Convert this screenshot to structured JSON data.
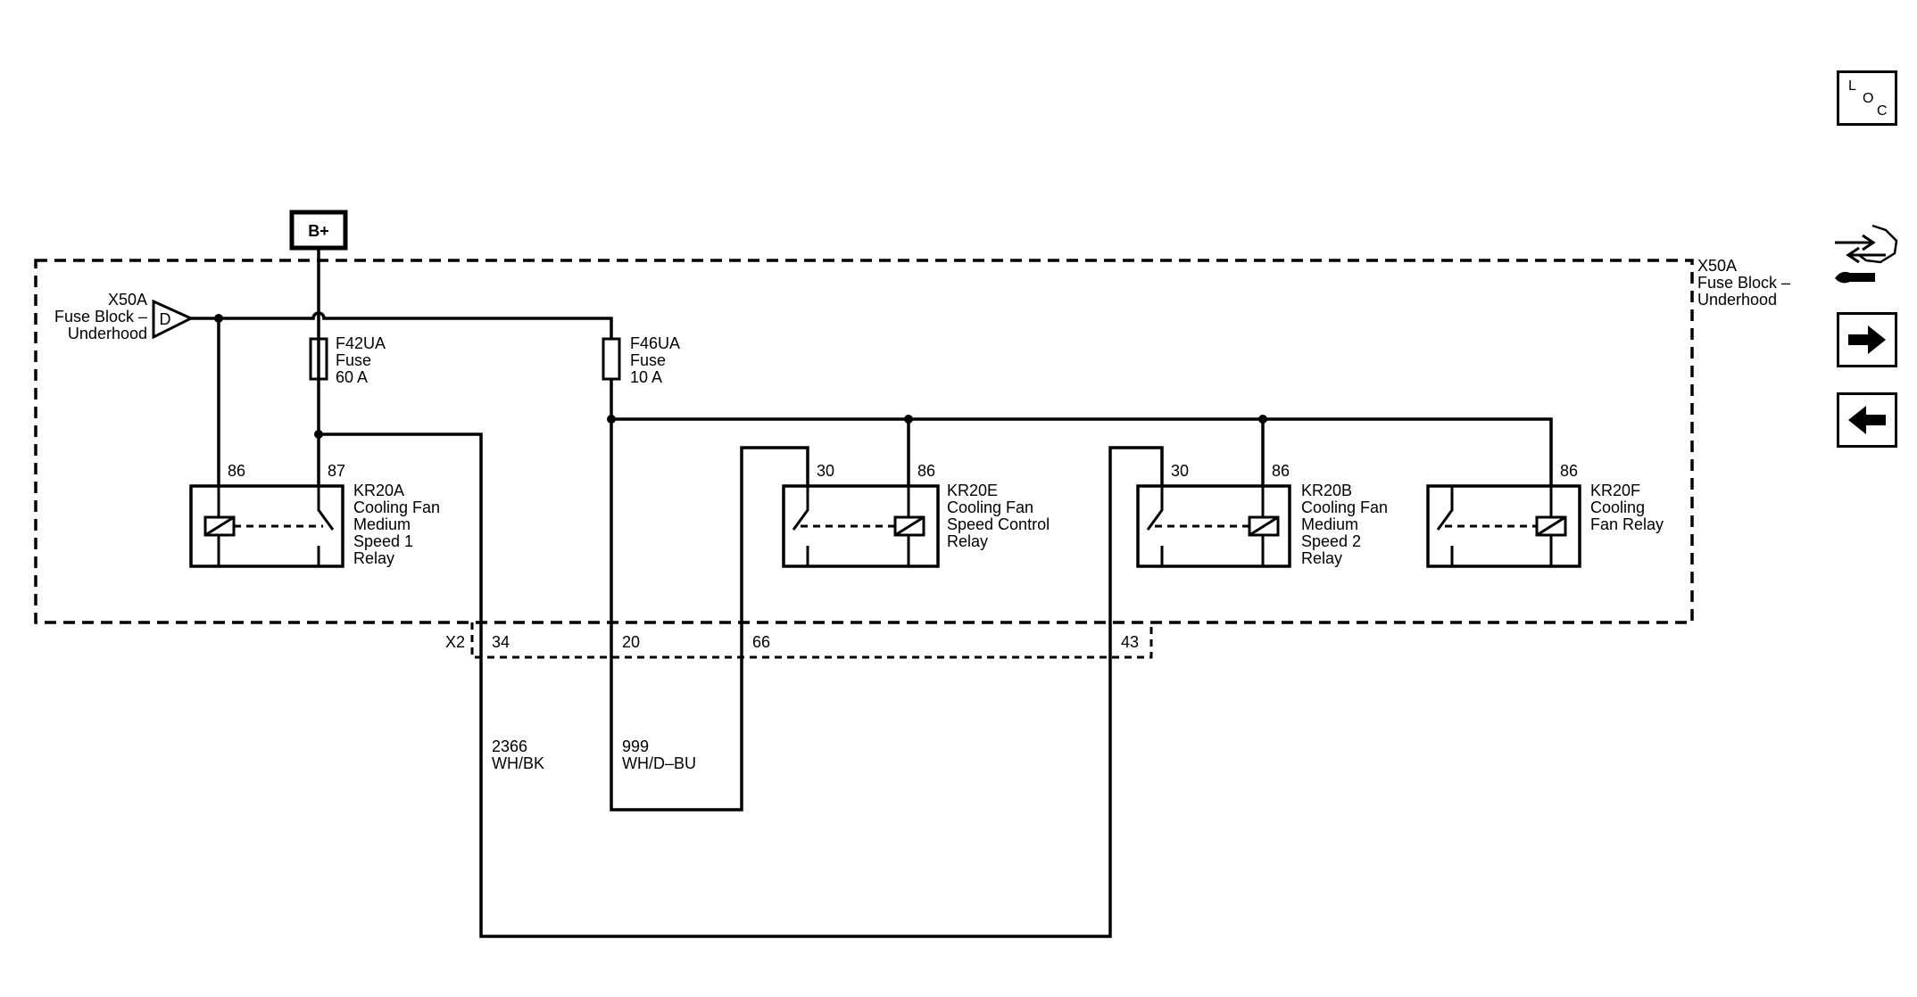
{
  "power": {
    "label": "B+"
  },
  "fuse_block": {
    "left_label": [
      "X50A",
      "Fuse Block –",
      "Underhood"
    ],
    "right_label": [
      "X50A",
      "Fuse Block –",
      "Underhood"
    ],
    "connector_pin": "D"
  },
  "fuses": [
    {
      "name": "F42UA",
      "type": "Fuse",
      "rating": "60 A"
    },
    {
      "name": "F46UA",
      "type": "Fuse",
      "rating": "10 A"
    }
  ],
  "relays": [
    {
      "name": "KR20A",
      "desc": [
        "Cooling Fan",
        "Medium",
        "Speed 1",
        "Relay"
      ],
      "pins": [
        "86",
        "87"
      ]
    },
    {
      "name": "KR20E",
      "desc": [
        "Cooling Fan",
        "Speed Control",
        "Relay"
      ],
      "pins": [
        "30",
        "86"
      ]
    },
    {
      "name": "KR20B",
      "desc": [
        "Cooling Fan",
        "Medium",
        "Speed 2",
        "Relay"
      ],
      "pins": [
        "30",
        "86"
      ]
    },
    {
      "name": "KR20F",
      "desc": [
        "Cooling",
        "Fan Relay"
      ],
      "pins": [
        "86"
      ]
    }
  ],
  "connector": {
    "name": "X2",
    "pins": [
      "34",
      "20",
      "66",
      "43"
    ]
  },
  "wires": [
    {
      "circuit": "2366",
      "color": "WH/BK"
    },
    {
      "circuit": "999",
      "color": "WH/D–BU"
    }
  ],
  "nav": {
    "loc": [
      "L",
      "O",
      "C"
    ],
    "info_icon": "connector-info-icon",
    "next_icon": "arrow-right-icon",
    "prev_icon": "arrow-left-icon"
  }
}
